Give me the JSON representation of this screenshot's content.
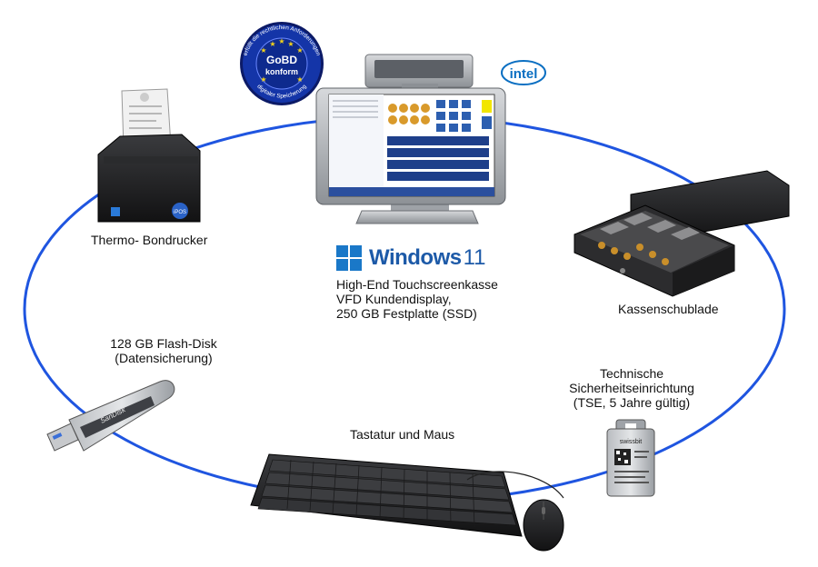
{
  "colors": {
    "ring": "#1f55e0",
    "device_dark": "#1b1b1d",
    "screen_blue": "#1e3f8a",
    "windows_blue": "#1a78c8",
    "intel_blue": "#0b6fc2",
    "badge_blue": "#1435a8",
    "badge_star": "#f2d21a"
  },
  "icons": [
    "intel-logo-icon",
    "windows-logo-icon",
    "gobd-badge-icon",
    "receipt-printer-icon",
    "pos-terminal-icon",
    "cash-drawer-icon",
    "usb-flash-drive-icon",
    "keyboard-icon",
    "mouse-icon",
    "tse-stick-icon"
  ],
  "badge": {
    "center": "GoBD",
    "center2": "konform",
    "ring_top": "erfüllt die rechtlichen Anforderungen",
    "ring_bottom": "digitaler Speicherung"
  },
  "intel": {
    "text": "intel"
  },
  "windows": {
    "name": "Windows",
    "version": "11"
  },
  "devices": {
    "printer": {
      "label": "Thermo- Bondrucker",
      "brand": "iPOS"
    },
    "terminal": {
      "lines": [
        "High-End Touchscreenkasse",
        "VFD Kundendisplay,",
        "250 GB Festplatte (SSD)"
      ]
    },
    "drawer": {
      "label": "Kassenschublade"
    },
    "flash": {
      "lines": [
        "128 GB Flash-Disk",
        "(Datensicherung)"
      ],
      "brand": "SanDisk"
    },
    "keyboard": {
      "label": "Tastatur und Maus"
    },
    "tse": {
      "lines": [
        "Technische",
        "Sicherheitseinrichtung",
        "(TSE, 5 Jahre gültig)"
      ],
      "brand": "swissbit"
    }
  }
}
